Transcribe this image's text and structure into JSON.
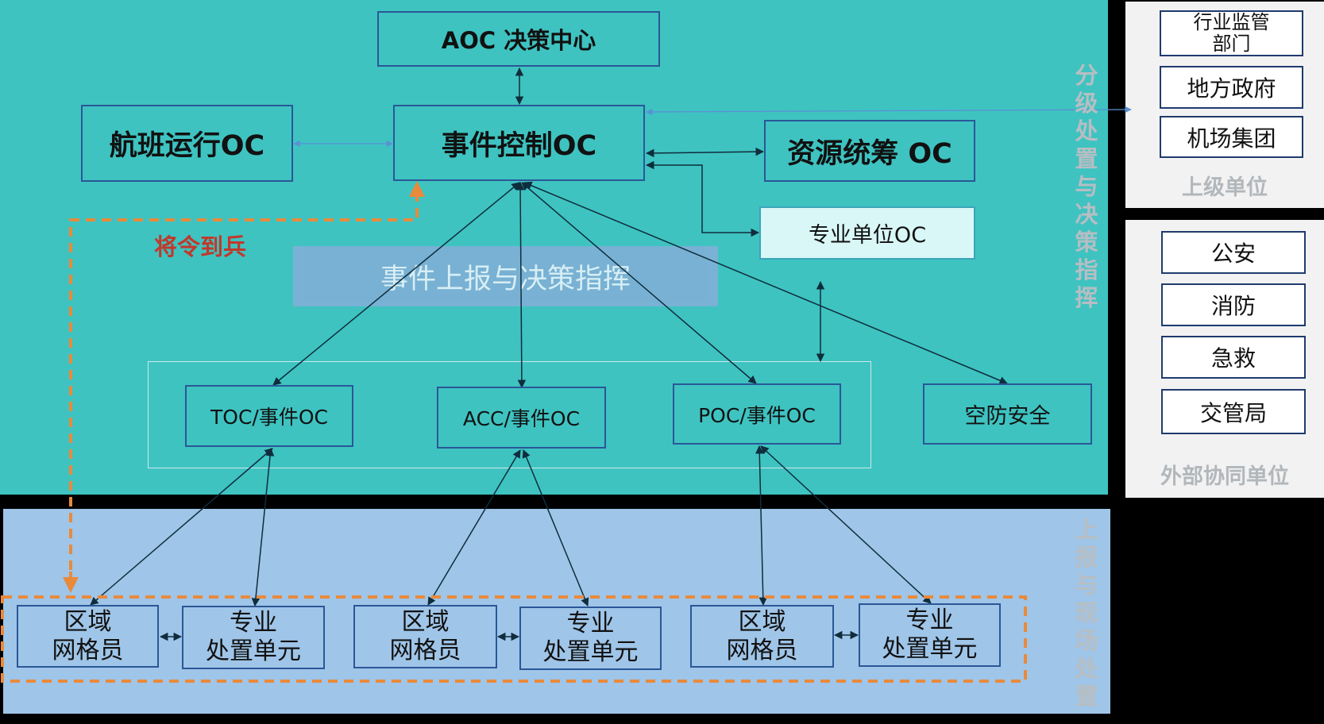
{
  "top": {
    "aoc": "AOC 决策中心",
    "flight_oc": "航班运行OC",
    "event_oc": "事件控制OC",
    "resource_oc": "资源统筹 OC",
    "pro_unit_oc": "专业单位OC",
    "banner": "事件上报与决策指挥",
    "order_label": "将令到兵",
    "side_label": "分级处置与决策指挥",
    "sub_ocs": [
      "TOC/事件OC",
      "ACC/事件OC",
      "POC/事件OC",
      "空防安全"
    ]
  },
  "bottom": {
    "side_label": "上报与现场处置",
    "pairs": [
      {
        "grid": "区域\n网格员",
        "unit": "专业\n处置单元"
      },
      {
        "grid": "区域\n网格员",
        "unit": "专业\n处置单元"
      },
      {
        "grid": "区域\n网格员",
        "unit": "专业\n处置单元"
      }
    ]
  },
  "superior": {
    "items": [
      "行业监管\n部门",
      "地方政府",
      "机场集团"
    ],
    "caption": "上级单位"
  },
  "external": {
    "items": [
      "公安",
      "消防",
      "急救",
      "交管局"
    ],
    "caption": "外部协同单位"
  },
  "colors": {
    "top_bg": "#3ec3c1",
    "bottom_bg": "#9fc5e8",
    "orange": "#e98a3b",
    "order_red": "#c0392b",
    "border": "#2b5797"
  }
}
